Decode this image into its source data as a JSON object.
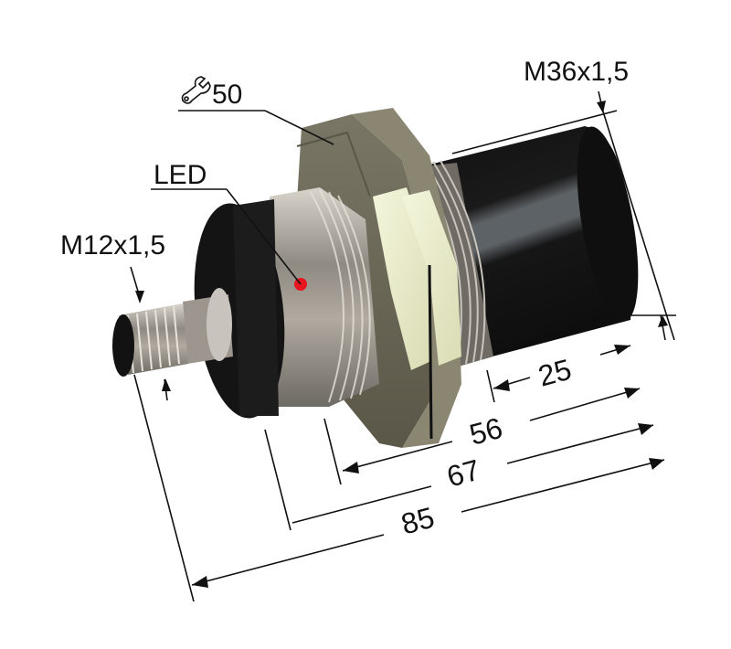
{
  "diagram": {
    "type": "technical-drawing",
    "subject": "cylindrical inductive proximity sensor with M12 connector",
    "labels": {
      "wrench_size": "50",
      "body_thread": "M36x1,5",
      "led": "LED",
      "connector_thread": "M12x1,5"
    },
    "dimensions": {
      "d1": "25",
      "d2": "56",
      "d3": "67",
      "d4": "85"
    },
    "icons": {
      "wrench": "wrench-icon"
    },
    "colors": {
      "line": "#111111",
      "led": "#e8141e",
      "body_black": "#151515",
      "nut": "#8a8672",
      "nut_highlight": "#eef0cf",
      "steel": "#9a948c"
    }
  }
}
